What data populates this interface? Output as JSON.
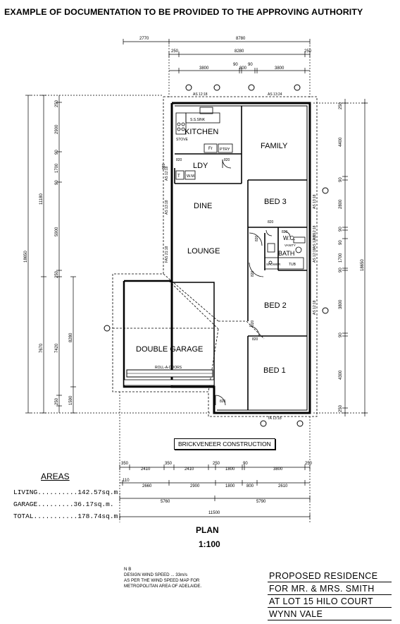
{
  "heading": "EXAMPLE OF DOCUMENTATION TO BE PROVIDED TO THE APPROVING AUTHORITY",
  "rooms": {
    "kitchen": "KITCHEN",
    "sink": "S.S.SINK",
    "stove": "STOVE",
    "fr": "Fr",
    "pantry": "PTRY",
    "family": "FAMILY",
    "laundry": "LDY",
    "tub": "T",
    "wm": "W.M.",
    "dine": "DINE",
    "lounge": "LOUNGE",
    "bed3": "BED 3",
    "bed2": "BED 2",
    "bed1": "BED 1",
    "bath": "BATH",
    "wc": "W.C.",
    "vanity": "VANITY",
    "shower": "SHOWER",
    "bath_tub": "TUB",
    "garage": "DOUBLE GARAGE",
    "roller_door": "ROLL-A-DOORS"
  },
  "door_labels": [
    "820",
    "820",
    "820",
    "820",
    "820",
    "820",
    "820",
    "820",
    "820",
    "820"
  ],
  "window_labels": [
    "AS 12:18",
    "AS 13:24",
    "TA 13:18",
    "AS 13:18",
    "AS 12:18",
    "AS 12:18",
    "AS 12:18",
    "FAS 21:18",
    "AS 13:18",
    "AS 12:18",
    "AS 12:18"
  ],
  "top_dims": {
    "row1": [
      "2770",
      "8780"
    ],
    "row2": [
      "250",
      "8280",
      "250"
    ],
    "row3": [
      "3800",
      "90",
      "800",
      "90",
      "3800"
    ]
  },
  "left_dims": {
    "outer": [
      "18650"
    ],
    "mid": [
      "11180",
      "7670"
    ],
    "inner": [
      "250",
      "2900",
      "90",
      "1700",
      "90",
      "5900",
      "250",
      "7420",
      "250"
    ],
    "garage": [
      "8280",
      "1590"
    ]
  },
  "right_dims": {
    "outer": [
      "18650"
    ],
    "inner": [
      "250",
      "4400",
      "90",
      "2800",
      "90",
      "90",
      "1700",
      "90",
      "3800",
      "90",
      "4300",
      "250"
    ]
  },
  "bottom_dims": {
    "row1": [
      "350",
      "2410",
      "350",
      "2410",
      "250",
      "1800",
      "90",
      "3800",
      "250"
    ],
    "row2": [
      "110",
      "2660",
      "2900",
      "1800",
      "800",
      "2610"
    ],
    "row3": [
      "5760",
      "5790"
    ],
    "row4": [
      "11500"
    ]
  },
  "construction": "BRICKVENEER CONSTRUCTION",
  "areas": {
    "title": "AREAS",
    "living": "LIVING..........142.57sq.m.",
    "garage": "GARAGE.........36.17sq.m.",
    "total": "TOTAL...........178.74sq.m."
  },
  "plan_title": "PLAN",
  "plan_scale": "1:100",
  "note": "N B\nDESIGN WIND SPEED ... 33m/s\nAS PER THE WIND SPEED MAP FOR\nMETROPOLITAN AREA OF ADELAIDE.",
  "title_block": [
    "PROPOSED RESIDENCE",
    "FOR MR. & MRS. SMITH",
    "AT LOT 15 HILO COURT",
    "WYNN VALE"
  ]
}
